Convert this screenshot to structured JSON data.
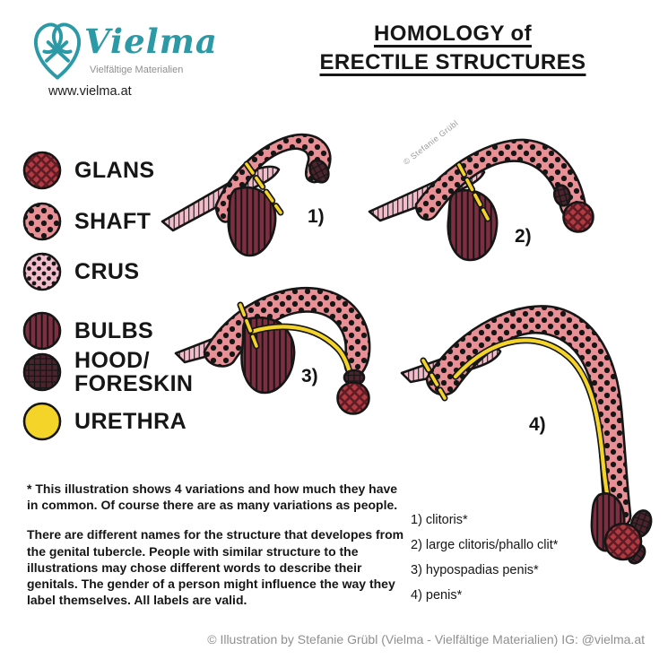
{
  "logo": {
    "brand": "Vielma",
    "subtitle": "Vielfältige Materialien",
    "url": "www.vielma.at"
  },
  "title": {
    "line1": "HOMOLOGY of",
    "line2": "ERECTILE STRUCTURES"
  },
  "legend": {
    "items": [
      {
        "label": "GLANS",
        "pattern": "glans"
      },
      {
        "label": "SHAFT",
        "pattern": "shaft-dots"
      },
      {
        "label": "CRUS",
        "pattern": "crus-dots"
      },
      {
        "label": "BULBS",
        "pattern": "vertical-stripes"
      },
      {
        "label": "HOOD/\nFORESKIN",
        "pattern": "crosshatch"
      },
      {
        "label": "URETHRA",
        "pattern": "solid-yellow"
      }
    ]
  },
  "figures": [
    {
      "number": "1)"
    },
    {
      "number": "2)"
    },
    {
      "number": "3)"
    },
    {
      "number": "4)"
    }
  ],
  "notes": {
    "p1": "* This illustration shows 4 variations and how much they have in common. Of course there are as many variations as people.",
    "p2": "There are different names for the structure that developes from the genital tubercle. People with similar structure to the illustrations may chose different words to describe their genitals. The gender of a person might influence the way they label themselves. All labels are valid."
  },
  "variants": [
    "1) clitoris*",
    "2) large clitoris/phallo clit*",
    "3) hypospadias penis*",
    "4) penis*"
  ],
  "watermark": "© Stefanie Grübl",
  "footer": "© Illustration by Stefanie Grübl (Vielma - Vielfältige Materialien) IG: @vielma.at",
  "colors": {
    "ink": "#161616",
    "shaft": "#e89096",
    "crus": "#f2bdcb",
    "bulbs": "#7d2e40",
    "glans": "#b23b42",
    "glansline": "#5e1c24",
    "hood": "#4c242e",
    "urethra": "#f5d42a",
    "teal": "#2b99a6"
  }
}
